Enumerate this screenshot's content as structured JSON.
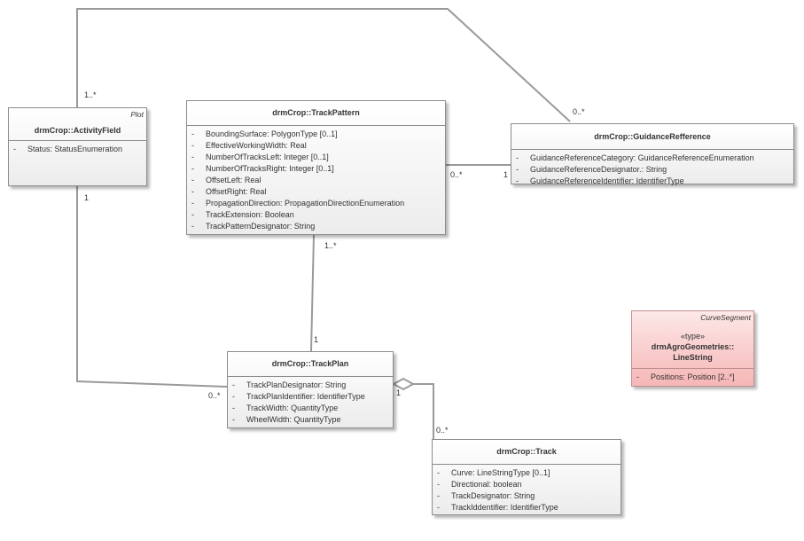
{
  "classes": {
    "activity_field": {
      "name": "drmCrop::ActivityField",
      "corner": "Plot",
      "attributes": [
        {
          "vis": "-",
          "text": "Status: StatusEnumeration"
        }
      ]
    },
    "track_pattern": {
      "name": "drmCrop::TrackPattern",
      "attributes": [
        {
          "vis": "-",
          "text": "BoundingSurface: PolygonType [0..1]"
        },
        {
          "vis": "-",
          "text": "EffectiveWorkingWidth: Real"
        },
        {
          "vis": "-",
          "text": "NumberOfTracksLeft: Integer [0..1]"
        },
        {
          "vis": "-",
          "text": "NumberOfTracksRight: Integer [0..1]"
        },
        {
          "vis": "-",
          "text": "OffsetLeft: Real"
        },
        {
          "vis": "-",
          "text": "OffsetRight: Real"
        },
        {
          "vis": "-",
          "text": "PropagationDirection: PropagationDirectionEnumeration"
        },
        {
          "vis": "-",
          "text": "TrackExtension: Boolean"
        },
        {
          "vis": "-",
          "text": "TrackPatternDesignator: String"
        }
      ]
    },
    "guidance_refference": {
      "name": "drmCrop::GuidanceRefference",
      "attributes": [
        {
          "vis": "-",
          "text": "GuidanceReferenceCategory: GuidanceReferenceEnumeration"
        },
        {
          "vis": "-",
          "text": "GuidanceReferenceDesignator.: String"
        },
        {
          "vis": "-",
          "text": "GuidanceReferenceIdentifier: IdentifierType"
        }
      ]
    },
    "track_plan": {
      "name": "drmCrop::TrackPlan",
      "attributes": [
        {
          "vis": "-",
          "text": "TrackPlanDesignator: String"
        },
        {
          "vis": "-",
          "text": "TrackPlanIdentifier: IdentifierType"
        },
        {
          "vis": "-",
          "text": "TrackWidth: QuantityType"
        },
        {
          "vis": "-",
          "text": "WheelWidth: QuantityType"
        }
      ]
    },
    "track": {
      "name": "drmCrop::Track",
      "attributes": [
        {
          "vis": "-",
          "text": "Curve: LineStringType [0..1]"
        },
        {
          "vis": "-",
          "text": "Directional: boolean"
        },
        {
          "vis": "-",
          "text": "TrackDesignator: String"
        },
        {
          "vis": "-",
          "text": "TrackIddentifier: IdentifierType"
        }
      ]
    },
    "line_string": {
      "corner": "CurveSegment",
      "stereotype": "«type»",
      "name_line1": "drmAgroGeometries::",
      "name_line2": "LineString",
      "attributes": [
        {
          "vis": "-",
          "text": "Positions: Position [2..*]"
        }
      ]
    }
  },
  "multiplicities": {
    "activity_top": "1..*",
    "guidance_top": "0..*",
    "activity_bottom": "1",
    "pattern_right": "0..*",
    "guidance_left": "1",
    "pattern_bottom": "1..*",
    "plan_top": "1",
    "plan_left": "0..*",
    "plan_right": "1",
    "track_top": "0..*"
  },
  "colors": {
    "class_border": "#8c8c8c",
    "connector": "#999999",
    "type_fill": "#f6b6b6"
  }
}
